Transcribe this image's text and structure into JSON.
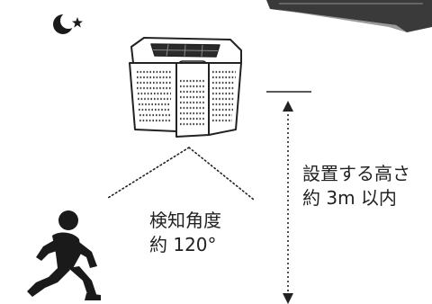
{
  "annotations": {
    "angle_title": "検知角度",
    "angle_value": "約 120°",
    "height_title": "設置する高さ",
    "height_value": "約 3m 以内"
  },
  "icons": {
    "night": "moon-star-icon",
    "light": "solar-light-icon",
    "person": "running-person-icon"
  },
  "colors": {
    "ink": "#222222",
    "device_body": "#ffffff",
    "dark": "#1a1a1a",
    "solar_panel": "#2b2b2b"
  }
}
